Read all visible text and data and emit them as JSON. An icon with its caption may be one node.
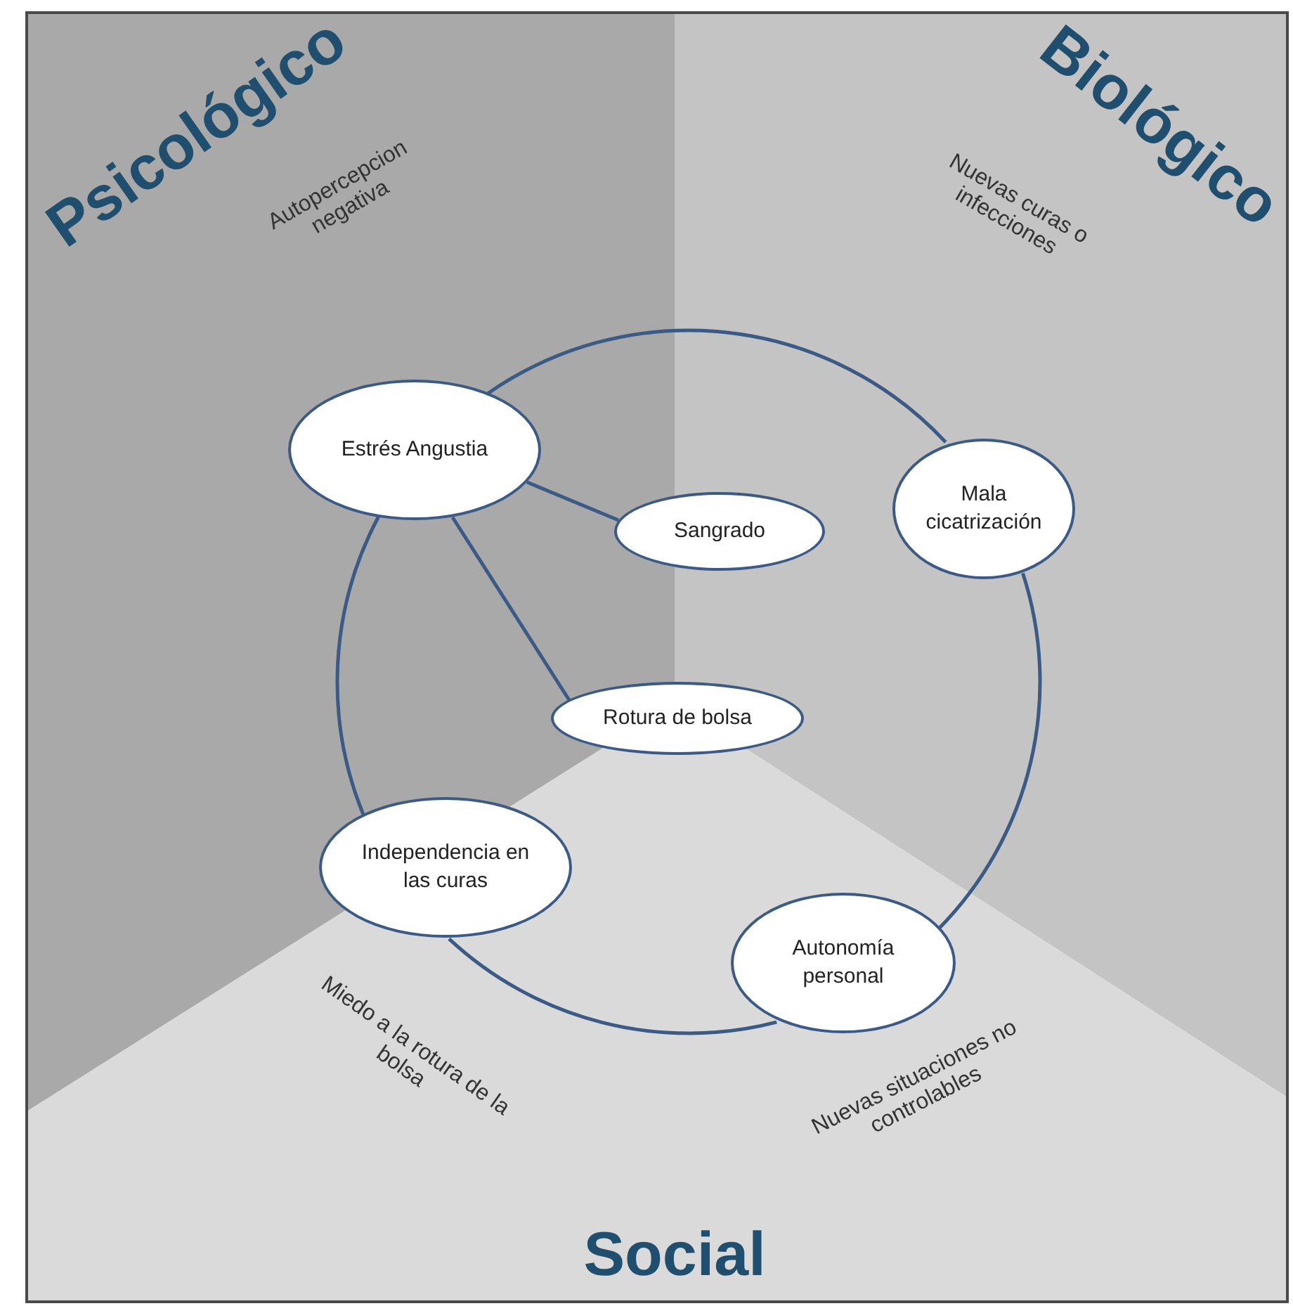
{
  "diagram": {
    "nodes": [
      {
        "text": [
          "Estrés Angustia"
        ]
      },
      {
        "text": [
          "Sangrado"
        ]
      },
      {
        "text": [
          "Mala cicatrización"
        ]
      },
      {
        "text": [
          "Rotura de bolsa"
        ]
      },
      {
        "text": [
          "Independencia en las curas"
        ]
      },
      {
        "text": [
          "Autonomía personal"
        ]
      }
    ],
    "edges": [
      {
        "from": 0,
        "to": 2,
        "arrow": "none"
      },
      {
        "from": 2,
        "to": 5,
        "arrow": "none"
      },
      {
        "from": 5,
        "to": 4,
        "arrow": "none"
      },
      {
        "from": 4,
        "to": 0,
        "arrow": "none"
      },
      {
        "from": 0,
        "to": 1,
        "arrow": "none"
      },
      {
        "from": 0,
        "to": 3,
        "arrow": "none"
      }
    ],
    "labels": [
      "Psicológico",
      "Biológico",
      "Autopercepcion negativa",
      "Nuevas curas o infecciones",
      "Miedo a la rotura de la bolsa",
      "Nuevas situaciones no controlables",
      "Social"
    ]
  }
}
